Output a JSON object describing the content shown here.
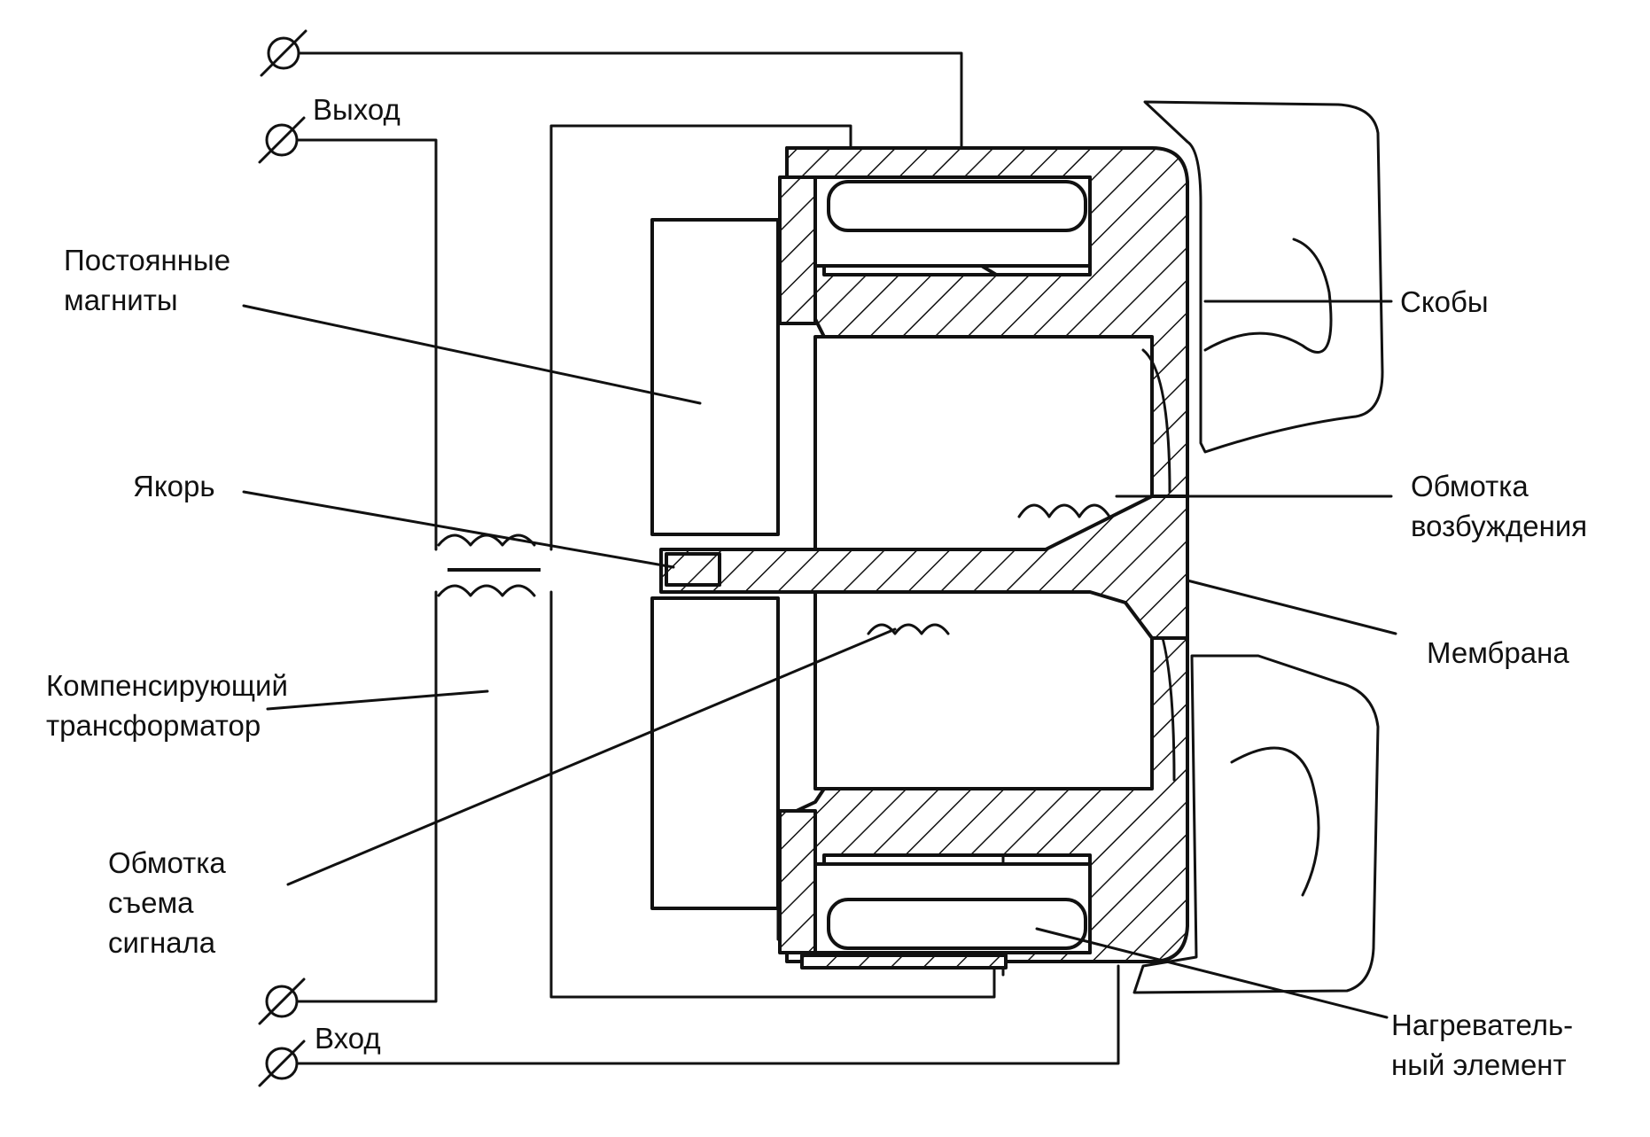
{
  "labels": {
    "output": "Выход",
    "input": "Вход",
    "permanent_magnets_line1": "Постоянные",
    "permanent_magnets_line2": "магниты",
    "armature": "Якорь",
    "compensating_transformer_line1": "Компенсирующий",
    "compensating_transformer_line2": "трансформатор",
    "pickup_winding_line1": "Обмотка",
    "pickup_winding_line2": "съема",
    "pickup_winding_line3": "сигнала",
    "brackets": "Скобы",
    "excitation_winding_line1": "Обмотка",
    "excitation_winding_line2": "возбуждения",
    "membrane": "Мембрана",
    "heater_line1": "Нагреватель-",
    "heater_line2": "ный элемент"
  }
}
